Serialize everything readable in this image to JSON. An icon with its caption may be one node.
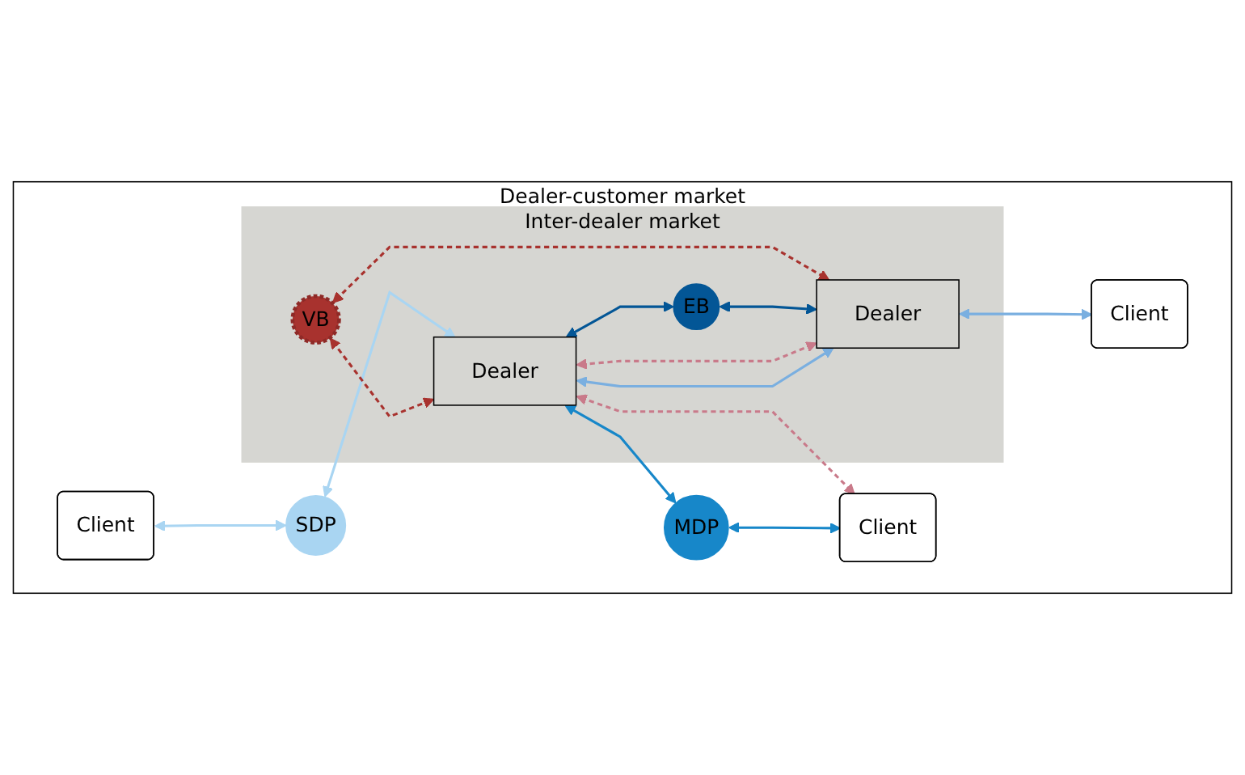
{
  "diagram": {
    "nodes": [
      {
        "text": [
          "Dealer-customer market"
        ]
      },
      {
        "text": [
          "Inter-dealer market"
        ],
        "in": 0
      },
      {
        "text": [
          "VB"
        ],
        "in": 1
      },
      {
        "text": [
          "EB"
        ],
        "in": 1
      },
      {
        "text": [
          "Dealer"
        ],
        "in": 1
      },
      {
        "text": [
          "Dealer"
        ],
        "in": 1
      },
      {
        "text": [
          "Client"
        ],
        "in": 0
      },
      {
        "text": [
          "SDP"
        ],
        "in": 0
      },
      {
        "text": [
          "MDP"
        ],
        "in": 0
      },
      {
        "text": [
          "Client"
        ],
        "in": 0
      },
      {
        "text": [
          "Client"
        ],
        "in": 0
      }
    ],
    "edges": [
      {
        "from": 6,
        "to": 7,
        "arrow": "both",
        "color": "#a9d5f2"
      },
      {
        "from": 7,
        "to": 4,
        "arrow": "both",
        "color": "#a9d5f2"
      },
      {
        "from": 2,
        "to": 4,
        "arrow": "both",
        "style": "dashed",
        "color": "#a8322e"
      },
      {
        "from": 2,
        "to": 5,
        "arrow": "both",
        "style": "dashed",
        "color": "#a8322e"
      },
      {
        "from": 4,
        "to": 3,
        "arrow": "both",
        "color": "#035696"
      },
      {
        "from": 3,
        "to": 5,
        "arrow": "both",
        "color": "#035696"
      },
      {
        "from": 4,
        "to": 5,
        "arrow": "both",
        "style": "dashed",
        "color": "#c97a8a"
      },
      {
        "from": 4,
        "to": 5,
        "arrow": "both",
        "color": "#7aafe0"
      },
      {
        "from": 5,
        "to": 10,
        "arrow": "both",
        "color": "#7aafe0"
      },
      {
        "from": 4,
        "to": 8,
        "arrow": "both",
        "color": "#1787c9"
      },
      {
        "from": 4,
        "to": 9,
        "arrow": "both",
        "style": "dashed",
        "color": "#c97a8a"
      },
      {
        "from": 8,
        "to": 9,
        "arrow": "both",
        "color": "#1787c9"
      }
    ]
  }
}
